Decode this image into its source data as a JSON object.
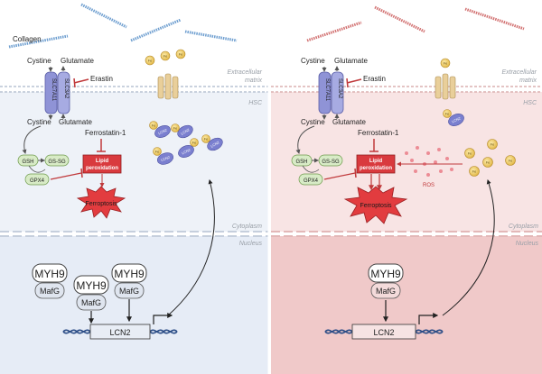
{
  "panels": {
    "left": {
      "collagen_label": "Collagen",
      "cystine_top": "Cystine",
      "glutamate_top": "Glutamate",
      "erastin": "Erastin",
      "slc7a11": "SLC7A11",
      "slc3a2": "SLC3A2",
      "cystine_bottom": "Cystine",
      "glutamate_bottom": "Glutamate",
      "extracellular": "Extracellular",
      "matrix": "matrix",
      "hsc": "HSC",
      "ferrostatin": "Ferrostatin-1",
      "gsh": "GSH",
      "gssg": "GS-SG",
      "gpx4": "GPX4",
      "lipid_1": "Lipid",
      "lipid_2": "peroxidation",
      "ferroptosis": "Ferroptosis",
      "cytoplasm": "Cytoplasm",
      "nucleus": "Nucleus",
      "fe": "Fe",
      "lcn2": "LCN2",
      "myh9": "MYH9",
      "mafg": "MafG",
      "gene": "LCN2"
    },
    "right": {
      "cystine_top": "Cystine",
      "glutamate_top": "Glutamate",
      "erastin": "Erastin",
      "slc7a11": "SLC7A11",
      "slc3a2": "SLC3A2",
      "cystine_bottom": "Cystine",
      "glutamate_bottom": "Glutamate",
      "extracellular": "Extracellular",
      "matrix": "matrix",
      "hsc": "HSC",
      "ferrostatin": "Ferrostatin-1",
      "gsh": "GSH",
      "gssg": "GS-SG",
      "gpx4": "GPX4",
      "lipid_1": "Lipid",
      "lipid_2": "peroxidation",
      "ros": "ROS",
      "ferroptosis": "Ferroptosis",
      "cytoplasm": "Cytoplasm",
      "nucleus": "Nucleus",
      "fe": "Fe",
      "lcn2": "LCN2",
      "myh9": "MYH9",
      "mafg": "MafG",
      "gene": "LCN2"
    }
  },
  "colors": {
    "left_cytoplasm": "#eef2f8",
    "left_nucleus": "#e6ecf6",
    "right_cytoplasm": "#f8e4e4",
    "right_nucleus": "#f0c9c9",
    "collagen_left": "#6f9fd0",
    "collagen_right": "#d27272",
    "inhibitor_red": "#c0393b",
    "ferroptosis_red": "#d93a3e",
    "lcn2_purple": "#7a7fcf",
    "fe_gold": "#e9c766"
  }
}
